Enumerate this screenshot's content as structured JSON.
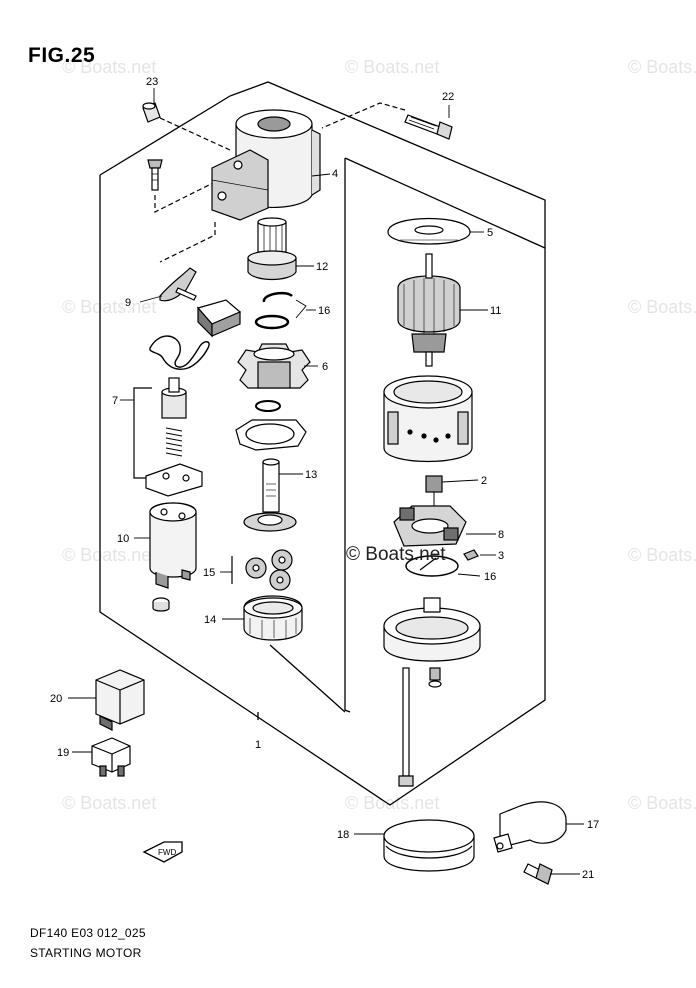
{
  "figure": {
    "title": "FIG.25"
  },
  "footer": {
    "code": "DF140 E03 012_025",
    "caption": "STARTING MOTOR"
  },
  "watermark": {
    "text": "© Boats.net"
  },
  "callouts": [
    {
      "label": "23"
    },
    {
      "label": "22"
    },
    {
      "label": "4"
    },
    {
      "label": "5"
    },
    {
      "label": "12"
    },
    {
      "label": "9"
    },
    {
      "label": "16"
    },
    {
      "label": "11"
    },
    {
      "label": "6"
    },
    {
      "label": "7"
    },
    {
      "label": "13"
    },
    {
      "label": "2"
    },
    {
      "label": "8"
    },
    {
      "label": "10"
    },
    {
      "label": "3"
    },
    {
      "label": "15"
    },
    {
      "label": "16"
    },
    {
      "label": "14"
    },
    {
      "label": "20"
    },
    {
      "label": "1"
    },
    {
      "label": "19"
    },
    {
      "label": "18"
    },
    {
      "label": "17"
    },
    {
      "label": "21"
    }
  ],
  "colors": {
    "line": "#000000",
    "watermark": "#e4e4e4",
    "shade": "#bdbdbd",
    "dark_shade": "#6f6f6f"
  }
}
